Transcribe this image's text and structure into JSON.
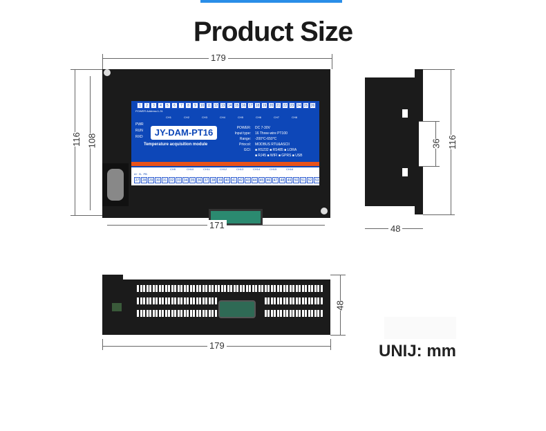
{
  "header": {
    "title": "Product Size",
    "accent": "#2a8ee8"
  },
  "front_view": {
    "dim_top": "179",
    "dim_left_outer": "116",
    "dim_left_inner": "108",
    "dim_bottom": "171",
    "model": "JY-DAM-PT16",
    "subtitle": "Temperature acquisition module",
    "power_label": "POWER",
    "address_label": "Address:1-31",
    "leds": [
      "PWR",
      "RUN",
      "RXD"
    ],
    "top_terminals": [
      "1",
      "2",
      "3",
      "4",
      "5",
      "6",
      "7",
      "8",
      "9",
      "10",
      "11",
      "12",
      "13",
      "14",
      "15",
      "16",
      "17",
      "18",
      "19",
      "20",
      "21",
      "22",
      "23",
      "24",
      "25",
      "26"
    ],
    "bottom_terminals": [
      "27",
      "28",
      "29",
      "30",
      "31",
      "32",
      "33",
      "34",
      "35",
      "36",
      "37",
      "38",
      "39",
      "40",
      "41",
      "42",
      "43",
      "44",
      "45",
      "46",
      "47",
      "48",
      "49",
      "50",
      "51",
      "52",
      "53"
    ],
    "top_channels": [
      "CH1",
      "CH2",
      "CH3",
      "CH4",
      "CH5",
      "CH6",
      "CH7",
      "CH8"
    ],
    "bottom_channels": [
      "CH9",
      "CH10",
      "CH11",
      "CH12",
      "CH13",
      "CH14",
      "CH15",
      "CH16"
    ],
    "rs485_labels": "A+  B-  PB",
    "specs": [
      {
        "k": "POWER:",
        "v": "DC 7-30V"
      },
      {
        "k": "Input type:",
        "v": "16 Three-wire PT100"
      },
      {
        "k": "Range:",
        "v": "-200°C-650°C"
      },
      {
        "k": "Prtocol:",
        "v": "MODBUS  RTU&ASCII"
      },
      {
        "k": "GCI:",
        "v": "■ RS232 ■ RS485 ■ LORA"
      },
      {
        "k": "",
        "v": "■ RJ45  ■ WIFI  ■ GPRS ■ USB"
      }
    ]
  },
  "side_view": {
    "dim_height": "116",
    "dim_slot": "36",
    "dim_depth": "48"
  },
  "bottom_view": {
    "dim_height": "48",
    "dim_width": "179"
  },
  "unit_label": "UNIJ: mm"
}
